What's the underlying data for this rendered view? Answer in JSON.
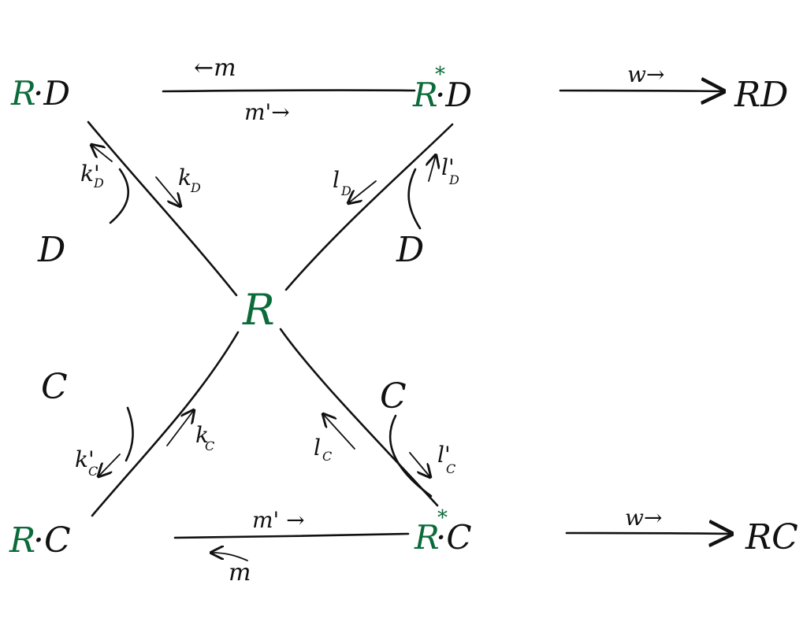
{
  "colors": {
    "enzyme": "#0b6b3a",
    "ink": "#111111",
    "background": "#ffffff"
  },
  "species": {
    "r_d_enzyme": "R",
    "r_d_dot": "·D",
    "rstar_d_enzyme": "R",
    "rstar_d_star": "*",
    "rstar_d_dot": "·D",
    "rd_product": "RD",
    "r_center": "R",
    "r_c_enzyme": "R",
    "r_c_dot": "·C",
    "rstar_c_enzyme": "R",
    "rstar_c_star": "*",
    "rstar_c_dot": "·C",
    "rc_product": "RC"
  },
  "substrates": {
    "d_left": "D",
    "d_right": "D",
    "c_left": "C",
    "c_right": "C"
  },
  "rates": {
    "top_m_back": "←m",
    "top_m_prime_fwd": "m'→",
    "w_top": "w→",
    "k_d_prime": "k'",
    "k_d_prime_sub": "D",
    "k_d": "k",
    "k_d_sub": "D",
    "l_d": "l",
    "l_d_sub": "D",
    "l_d_prime": "l'",
    "l_d_prime_sub": "D",
    "k_c_prime": "k'",
    "k_c_prime_sub": "C",
    "k_c": "k",
    "k_c_sub": "C",
    "l_c": "l",
    "l_c_sub": "C",
    "l_c_prime": "l'",
    "l_c_prime_sub": "C",
    "bottom_m_prime_fwd": "m' →",
    "bottom_m_back": "m",
    "w_bottom": "w→"
  }
}
